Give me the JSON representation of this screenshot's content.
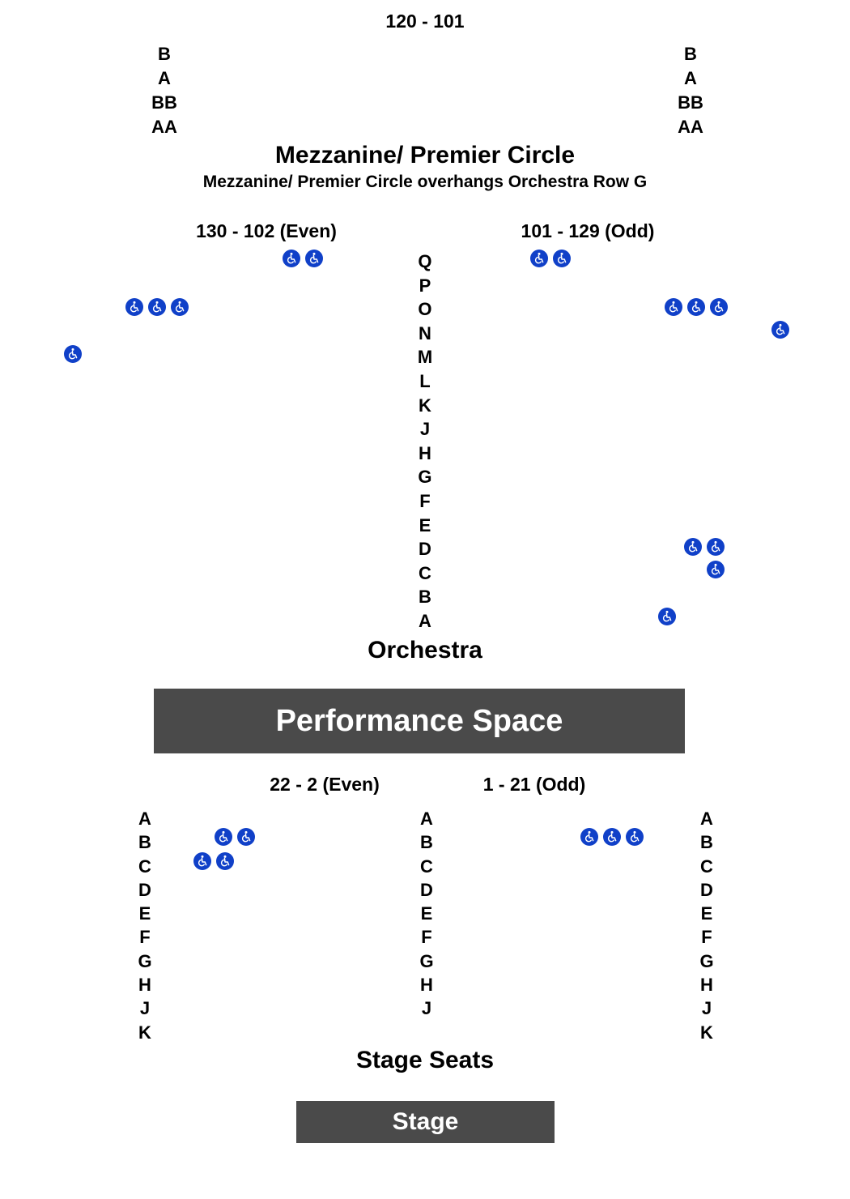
{
  "mezzanine": {
    "seat_range": "120 - 101",
    "rows_left": [
      "B",
      "A",
      "BB",
      "AA"
    ],
    "rows_right": [
      "B",
      "A",
      "BB",
      "AA"
    ],
    "title": "Mezzanine/ Premier Circle",
    "note": "Mezzanine/ Premier Circle overhangs Orchestra Row G"
  },
  "orchestra": {
    "left_range": "130 - 102 (Even)",
    "right_range": "101 - 129 (Odd)",
    "rows": [
      "Q",
      "P",
      "O",
      "N",
      "M",
      "L",
      "K",
      "J",
      "H",
      "G",
      "F",
      "E",
      "D",
      "C",
      "B",
      "A"
    ],
    "title": "Orchestra"
  },
  "performance_space": {
    "label": "Performance Space"
  },
  "stage_seats": {
    "left_range": "22 - 2 (Even)",
    "right_range": "1 - 21 (Odd)",
    "rows_left": [
      "A",
      "B",
      "C",
      "D",
      "E",
      "F",
      "G",
      "H",
      "J",
      "K"
    ],
    "rows_center": [
      "A",
      "B",
      "C",
      "D",
      "E",
      "F",
      "G",
      "H",
      "J"
    ],
    "rows_right": [
      "A",
      "B",
      "C",
      "D",
      "E",
      "F",
      "G",
      "H",
      "J",
      "K"
    ],
    "title": "Stage Seats"
  },
  "stage": {
    "label": "Stage"
  },
  "icons": {
    "accessible_seat": "wheelchair-icon"
  },
  "colors": {
    "accessible": "#1040c8",
    "block": "#4a4a4a",
    "background": "#ffffff"
  }
}
